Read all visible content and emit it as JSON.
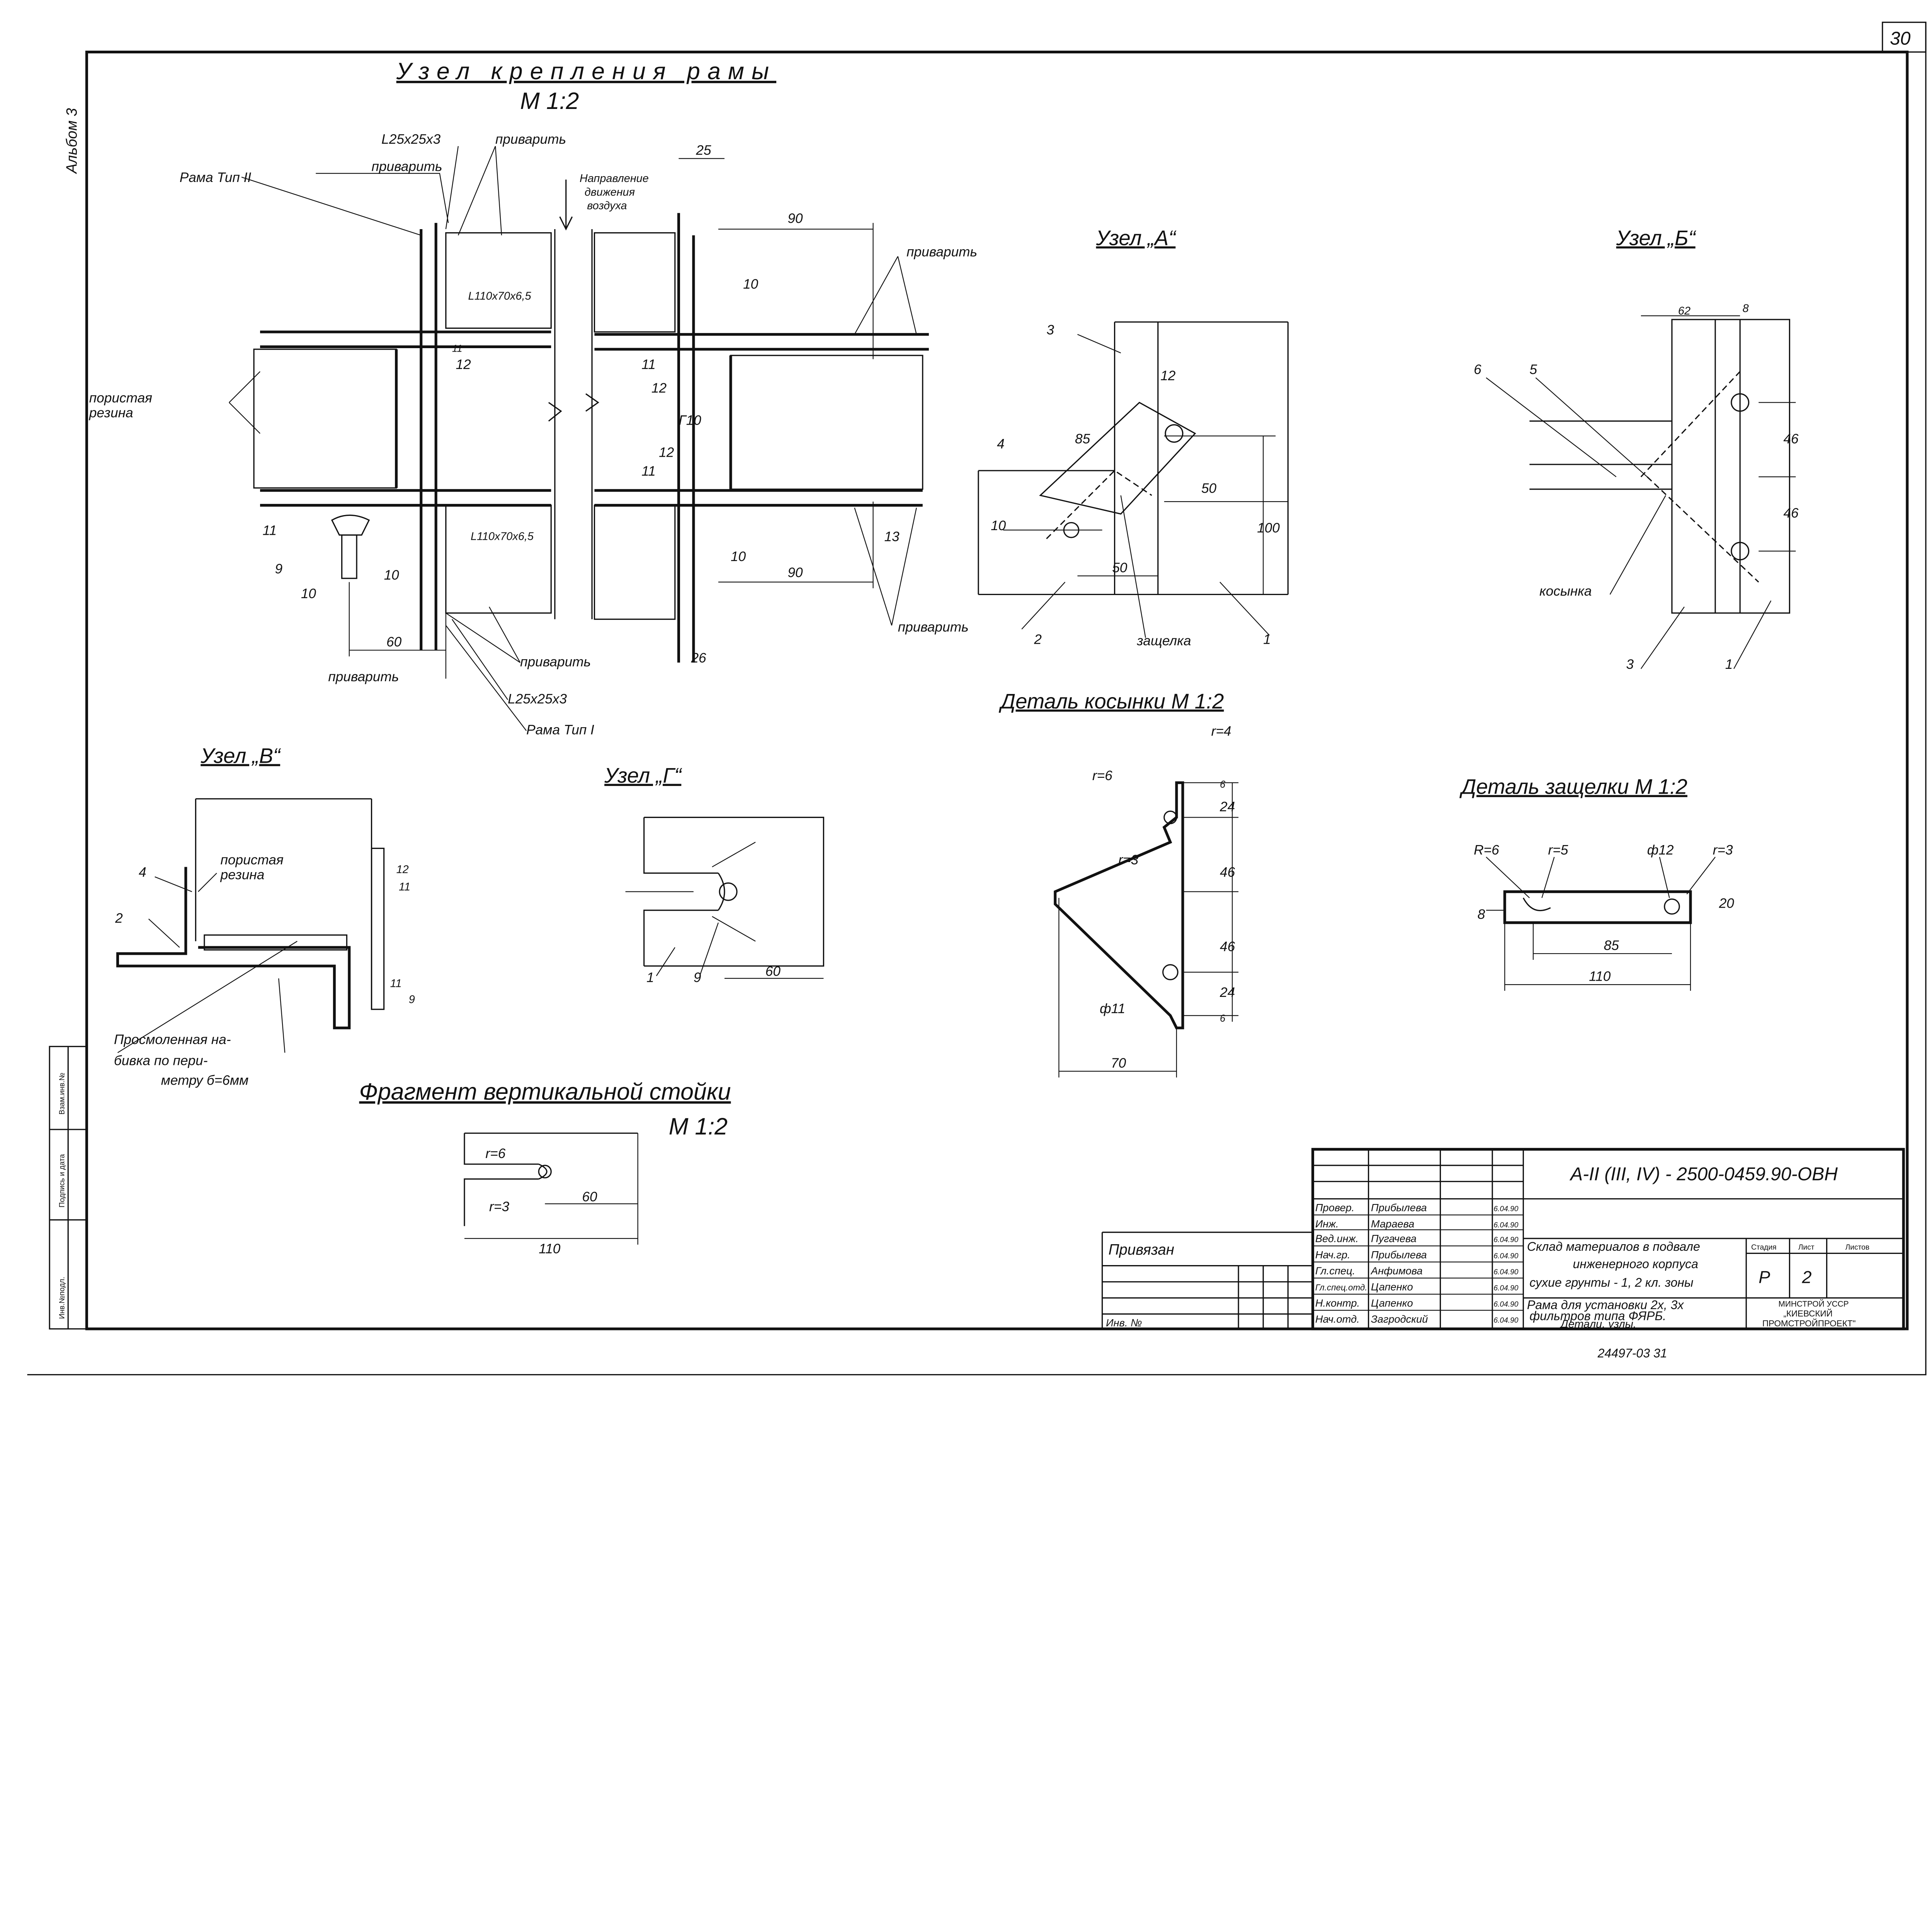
{
  "page_number": "30",
  "album": "Альбом 3",
  "side_stamps": [
    "Взам.инв.№",
    "Подпись и дата",
    "Инв.№подл."
  ],
  "views": {
    "main": {
      "title": "Узел крепления рамы",
      "scale": "М 1:2",
      "labels": [
        "Рама Тип II",
        "L25x25x3",
        "приварить",
        "приварить",
        "Направление",
        "движения",
        "воздуха",
        "25",
        "90",
        "приварить",
        "10",
        "L110x70x6,5",
        "11",
        "12",
        "пористая",
        "резина",
        "11",
        "12",
        "Г10",
        "12",
        "11",
        "11",
        "9",
        "10",
        "10",
        "L110x70x6,5",
        "13",
        "10",
        "90",
        "приварить",
        "26",
        "60",
        "приварить",
        "приварить",
        "L25x25x3",
        "Рама Тип I"
      ]
    },
    "node_a": {
      "title": "Узел „А“",
      "labels": [
        "3",
        "4",
        "12",
        "85",
        "50",
        "100",
        "10",
        "50",
        "2",
        "защелка",
        "1"
      ]
    },
    "node_b": {
      "title": "Узел „Б“",
      "labels": [
        "62",
        "8",
        "6",
        "5",
        "46",
        "46",
        "косынка",
        "3",
        "1"
      ]
    },
    "gusset": {
      "title": "Деталь косынки М 1:2",
      "labels": [
        "r=4",
        "r=6",
        "r=3",
        "24",
        "46",
        "46",
        "24",
        "6",
        "ф11",
        "70",
        "6"
      ]
    },
    "node_v": {
      "title": "Узел „В“",
      "labels": [
        "4",
        "пористая",
        "резина",
        "12",
        "11",
        "2",
        "11",
        "9",
        "Просмоленная на-",
        "бивка по пери-",
        "метру б=6мм"
      ]
    },
    "node_g": {
      "title": "Узел „Г“",
      "labels": [
        "1",
        "9",
        "60"
      ]
    },
    "post": {
      "title": "Фрагмент вертикальной стойки",
      "scale": "М 1:2",
      "labels": [
        "r=6",
        "r=3",
        "60",
        "110"
      ]
    },
    "latch": {
      "title": "Деталь защелки М 1:2",
      "labels": [
        "R=6",
        "r=5",
        "ф12",
        "r=3",
        "8",
        "20",
        "85",
        "110"
      ]
    }
  },
  "title_block": {
    "code": "А-II (III, IV) - 2500-0459.90-ОВН",
    "privyazan": "Привязан",
    "inv_no": "Инв. №",
    "signers": [
      {
        "role": "Провер.",
        "name": "Прибылева",
        "date": "6.04.90"
      },
      {
        "role": "Инж.",
        "name": "Мараева",
        "date": "6.04.90"
      },
      {
        "role": "Вед.инж.",
        "name": "Пугачева",
        "date": "6.04.90"
      },
      {
        "role": "Нач.гр.",
        "name": "Прибылева",
        "date": "6.04.90"
      },
      {
        "role": "Гл.спец.",
        "name": "Анфимова",
        "date": "6.04.90"
      },
      {
        "role": "Гл.спец.отд.",
        "name": "Цапенко",
        "date": "6.04.90"
      },
      {
        "role": "Н.контр.",
        "name": "Цапенко",
        "date": "6.04.90"
      },
      {
        "role": "Нач.отд.",
        "name": "Загродский",
        "date": "6.04.90"
      }
    ],
    "project": [
      "Склад материалов в подвале",
      "инженерного корпуса",
      "сухие грунты - 1, 2 кл. зоны"
    ],
    "sheet_title": [
      "Рама для установки 2х, 3х",
      "фильтров типа ФЯРБ.",
      "Детали, узлы."
    ],
    "stage_label": "Стадия",
    "sheet_label": "Лист",
    "sheets_label": "Листов",
    "stage": "Р",
    "sheet": "2",
    "sheets": "",
    "org": [
      "МИНСТРОЙ УССР",
      "„КИЕВСКИЙ",
      "ПРОМСТРОЙПРОЕКТ\""
    ],
    "footer_number": "24497-03   31"
  }
}
